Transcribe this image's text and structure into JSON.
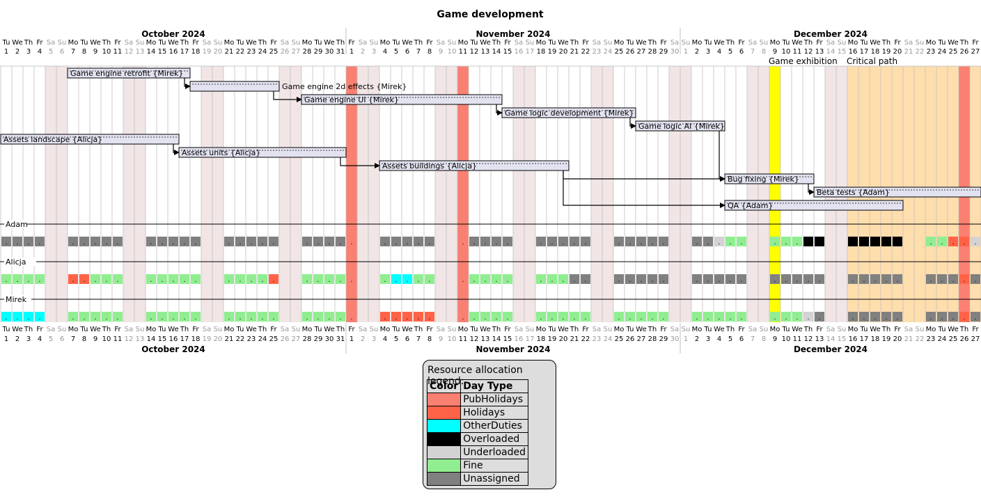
{
  "title": "Game development",
  "months": [
    "October 2024",
    "November 2024",
    "December 2024"
  ],
  "calendar": {
    "first_date": "2024-10-01",
    "day_count": 88,
    "weekday_labels": [
      "Su",
      "Mo",
      "Tu",
      "We",
      "Th",
      "Fr",
      "Sa"
    ]
  },
  "colors": {
    "weekend": "#f1e5e5",
    "pub_holiday": "#fa8072",
    "holiday": "#ff6347",
    "other_duties": "#00ffff",
    "overloaded": "#000000",
    "underloaded": "#d3d3d3",
    "fine": "#90ee90",
    "unassigned": "#808080",
    "task_fill": "#e2e2f0",
    "exhibition": "#ffff00",
    "critical": "#ffdead"
  },
  "highlights": [
    {
      "label": "Game exhibition",
      "start": 69,
      "end": 69,
      "color": "#ffff00"
    },
    {
      "label": "Critical path",
      "start": 76,
      "end": 87,
      "color": "#ffdead"
    }
  ],
  "public_holidays": [
    31,
    41,
    86
  ],
  "tasks": [
    {
      "id": "t1",
      "label": "Game engine retrofit {Mirek}",
      "start": 6,
      "end": 16,
      "label_inside": true
    },
    {
      "id": "t2",
      "label": "Game engine 2d effects {Mirek}",
      "start": 17,
      "end": 24,
      "label_inside": false
    },
    {
      "id": "t3",
      "label": "Game engine UI {Mirek}",
      "start": 27,
      "end": 44,
      "label_inside": true
    },
    {
      "id": "t4",
      "label": "Game logic development {Mirek}",
      "start": 45,
      "end": 56,
      "label_inside": true
    },
    {
      "id": "t5",
      "label": "Game logic AI {Mirek}",
      "start": 57,
      "end": 64,
      "label_inside": true
    },
    {
      "id": "t6",
      "label": "Assets landscape {Alicja}",
      "start": 0,
      "end": 15,
      "label_inside": true
    },
    {
      "id": "t7",
      "label": "Assets units {Alicja}",
      "start": 16,
      "end": 30,
      "label_inside": true
    },
    {
      "id": "t8",
      "label": "Assets buildings {Alicja}",
      "start": 34,
      "end": 50,
      "label_inside": true
    },
    {
      "id": "t9",
      "label": "Bug fixing {Mirek}",
      "start": 65,
      "end": 72,
      "label_inside": true
    },
    {
      "id": "t10",
      "label": "Beta tests {Adam}",
      "start": 73,
      "end": 87,
      "label_inside": true
    },
    {
      "id": "t11",
      "label": "QA {Adam}",
      "start": 65,
      "end": 80,
      "label_inside": true
    }
  ],
  "links": [
    {
      "from": "t1",
      "to": "t2"
    },
    {
      "from": "t2",
      "to": "t3"
    },
    {
      "from": "t3",
      "to": "t4"
    },
    {
      "from": "t4",
      "to": "t5"
    },
    {
      "from": "t6",
      "to": "t7"
    },
    {
      "from": "t7",
      "to": "t8"
    },
    {
      "from": "t5",
      "to": "t9"
    },
    {
      "from": "t8",
      "to": "t9"
    },
    {
      "from": "t8",
      "to": "t11"
    },
    {
      "from": "t9",
      "to": "t10"
    }
  ],
  "resources": [
    {
      "name": "Adam",
      "days": "UUUU..UUUUU..UUUUU..UUUUU..UUUUP..UUUUU..PUUUU..UUUUU..UUUUU..UUDFF..FFFOO..OOOOO..FFHXN"
    },
    {
      "name": "Alicja",
      "days": "FFFF..HHFFF..FFFFF..FFFFH..FFFFP..FOOFF..PFFFF..FFFUU..UUUUU..UUUUU..UUUUU..UUUUU..UUUXU"
    },
    {
      "name": "Mirek",
      "days": "OOOO..FFFFF..FFFFF..FFFFF..FFFFP..HHHHH..PFFFF..FFFFF..FFFFF..FFFFF..FFFNU..UUUUU..UUUXU"
    }
  ],
  "legend": {
    "heading": "Resource allocation legend:",
    "col_color": "Color",
    "col_type": "Day Type",
    "rows": [
      {
        "label": "PubHolidays",
        "color": "#fa8072"
      },
      {
        "label": "Holidays",
        "color": "#ff6347"
      },
      {
        "label": "OtherDuties",
        "color": "#00ffff"
      },
      {
        "label": "Overloaded",
        "color": "#000000"
      },
      {
        "label": "Underloaded",
        "color": "#d3d3d3"
      },
      {
        "label": "Fine",
        "color": "#90ee90"
      },
      {
        "label": "Unassigned",
        "color": "#808080"
      }
    ]
  }
}
